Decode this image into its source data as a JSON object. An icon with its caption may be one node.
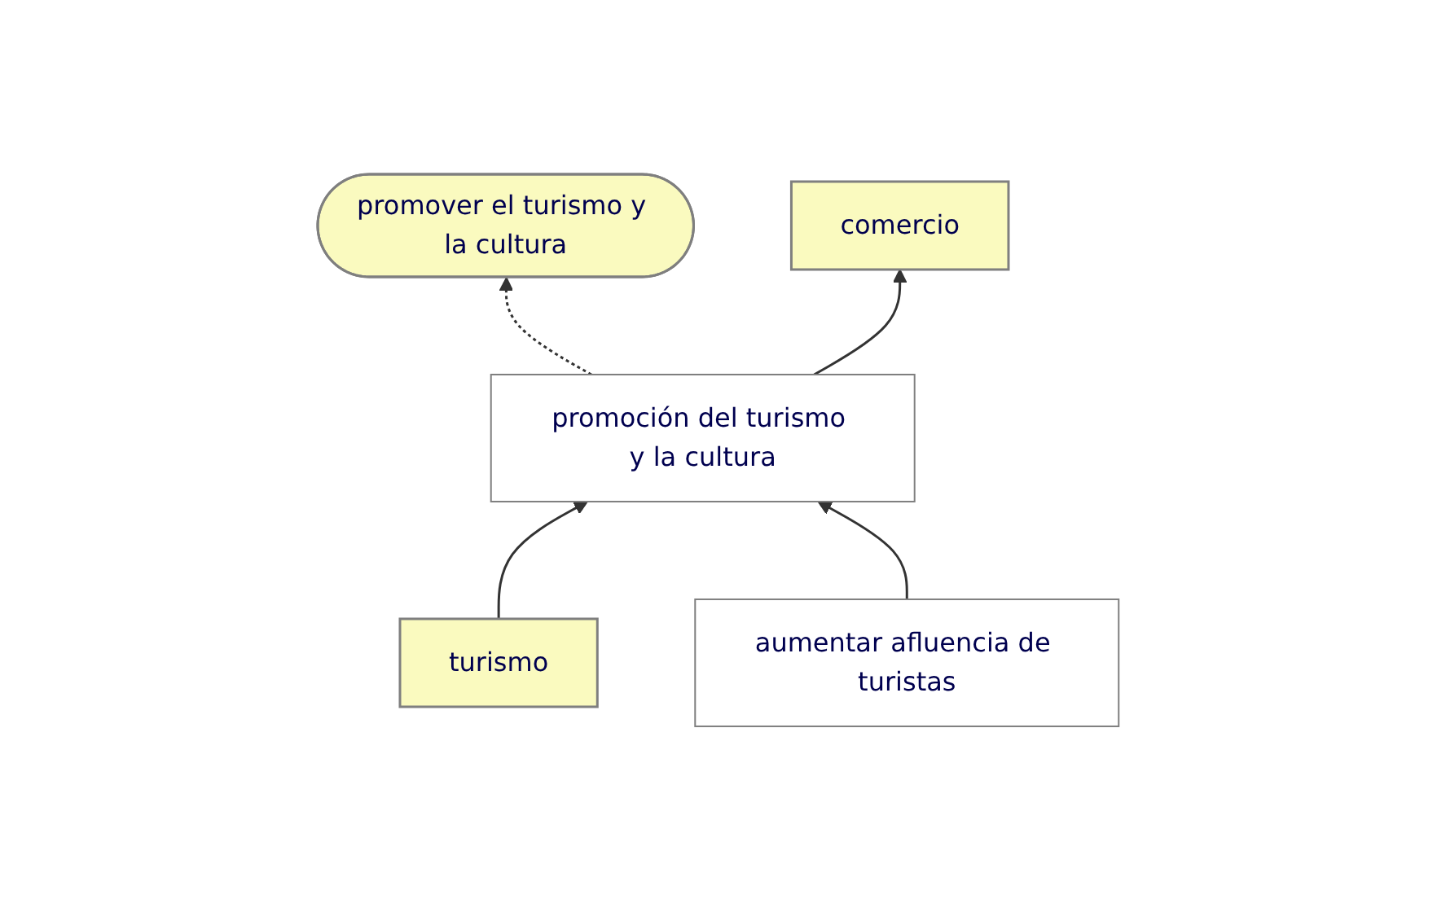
{
  "diagram": {
    "nodes": [
      {
        "text": [
          "promover el turismo y la cultura"
        ]
      },
      {
        "text": [
          "turismo"
        ]
      },
      {
        "text": [
          "promoción del turismo y la cultura"
        ]
      },
      {
        "text": [
          "comercio"
        ]
      },
      {
        "text": [
          "aumentar afluencia de turistas"
        ]
      }
    ],
    "edges": [
      {
        "from": 2,
        "to": 0,
        "arrow": "to",
        "style": "dashed"
      },
      {
        "from": 1,
        "to": 2,
        "arrow": "to"
      },
      {
        "from": 2,
        "to": 3,
        "arrow": "to"
      },
      {
        "from": 4,
        "to": 2,
        "arrow": "to"
      }
    ]
  }
}
